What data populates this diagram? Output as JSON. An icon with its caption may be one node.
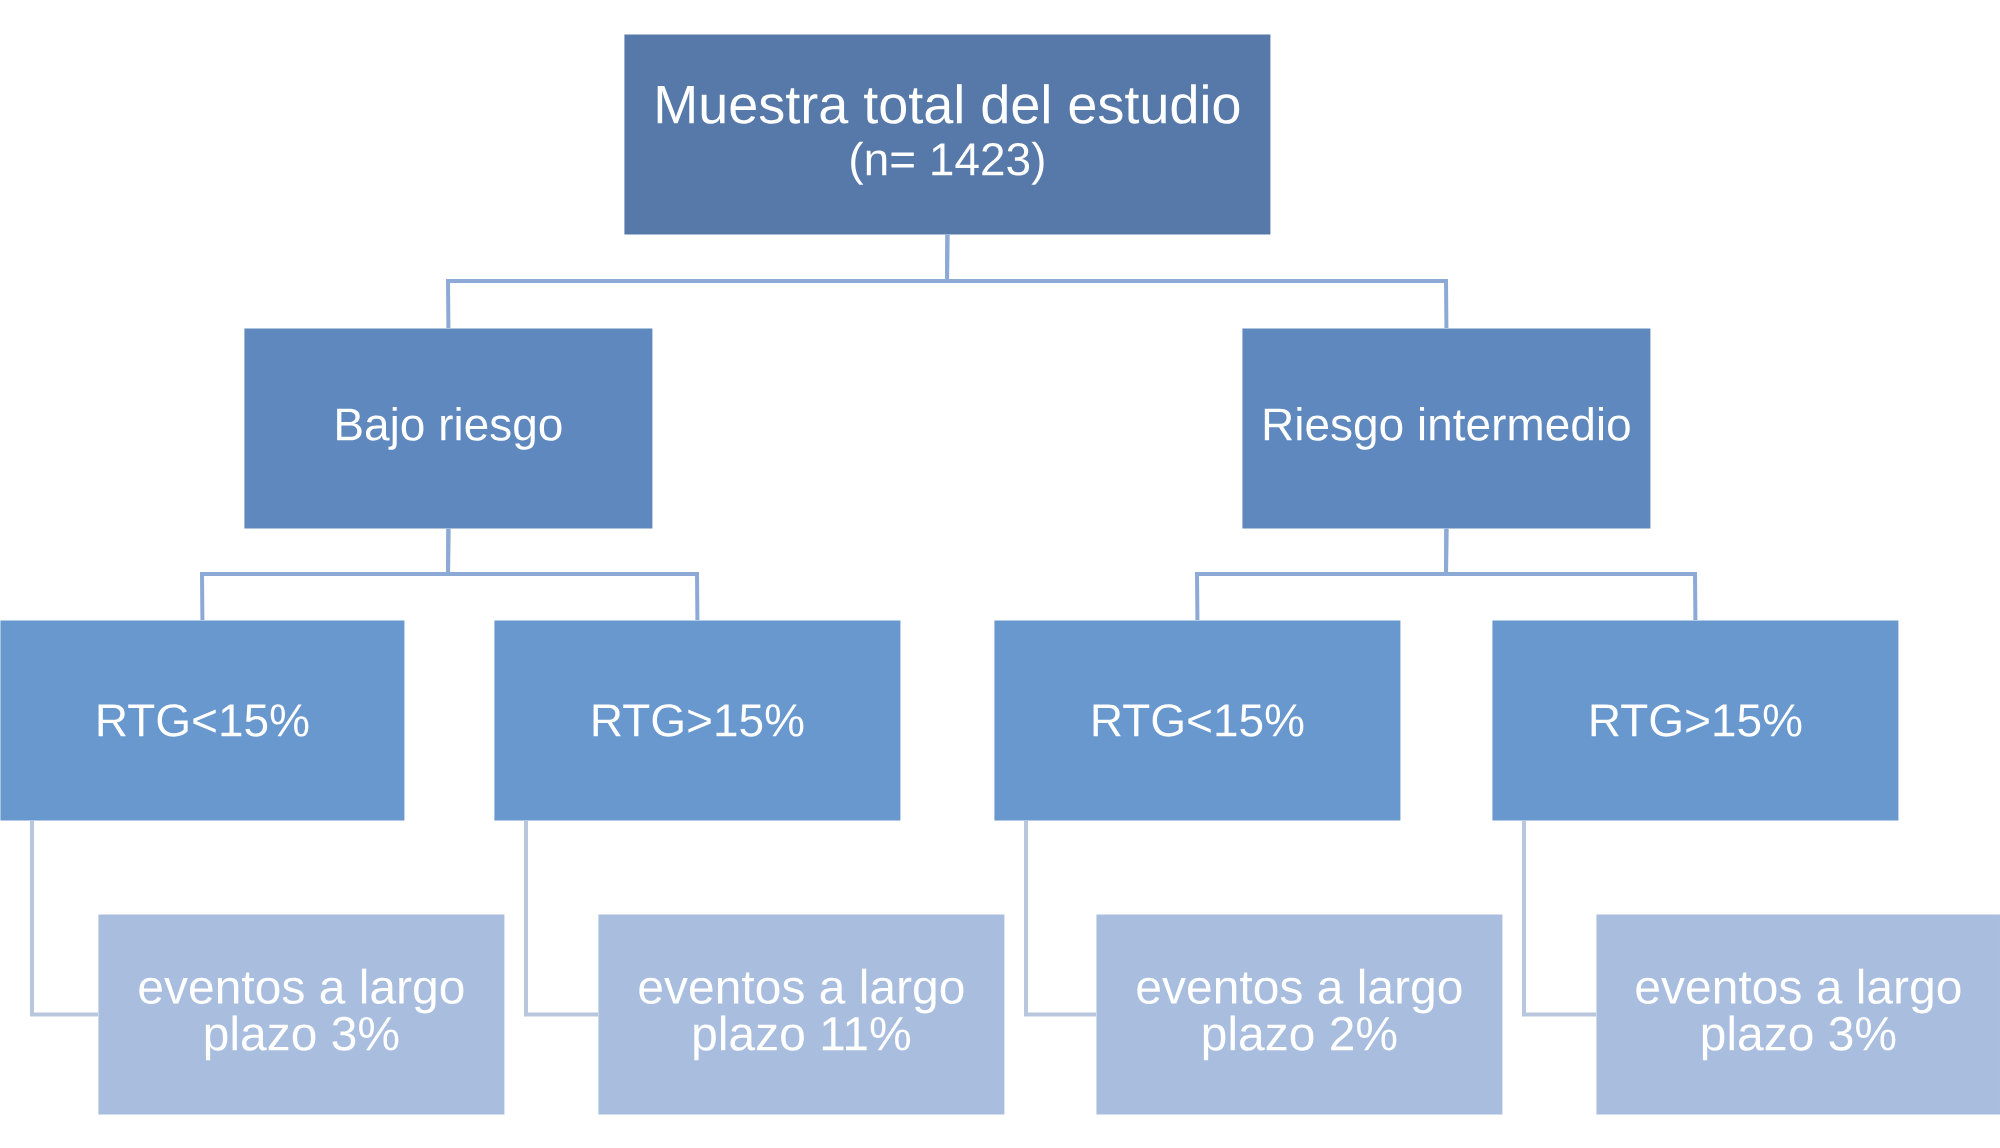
{
  "diagram": {
    "nodes": [
      {
        "text": [
          "Muestra total del estudio",
          "(n= 1423)"
        ]
      },
      {
        "text": [
          "Bajo riesgo"
        ]
      },
      {
        "text": [
          "Riesgo intermedio"
        ]
      },
      {
        "text": [
          "RTG<15%"
        ]
      },
      {
        "text": [
          "RTG>15%"
        ]
      },
      {
        "text": [
          "RTG<15%"
        ]
      },
      {
        "text": [
          "RTG>15%"
        ]
      },
      {
        "text": [
          "eventos a largo plazo 3%"
        ]
      },
      {
        "text": [
          "eventos a largo plazo 11%"
        ]
      },
      {
        "text": [
          "eventos a largo plazo 2%"
        ]
      },
      {
        "text": [
          "eventos a largo plazo 3%"
        ]
      }
    ],
    "edges": [
      {
        "from": 0,
        "to": 1,
        "arrow": "none"
      },
      {
        "from": 0,
        "to": 2,
        "arrow": "none"
      },
      {
        "from": 1,
        "to": 3,
        "arrow": "none"
      },
      {
        "from": 1,
        "to": 4,
        "arrow": "none"
      },
      {
        "from": 2,
        "to": 5,
        "arrow": "none"
      },
      {
        "from": 2,
        "to": 6,
        "arrow": "none"
      },
      {
        "from": 3,
        "to": 7,
        "arrow": "none",
        "color": "#b8c6de"
      },
      {
        "from": 4,
        "to": 8,
        "arrow": "none",
        "color": "#b8c6de"
      },
      {
        "from": 5,
        "to": 9,
        "arrow": "none",
        "color": "#b8c6de"
      },
      {
        "from": 6,
        "to": 10,
        "arrow": "none",
        "color": "#b8c6de"
      }
    ]
  }
}
